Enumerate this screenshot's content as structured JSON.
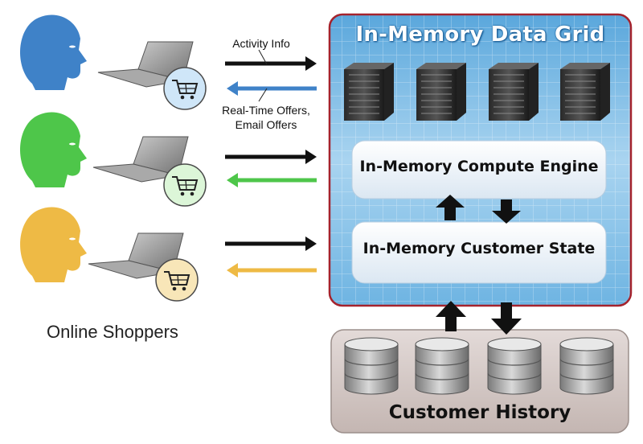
{
  "grid": {
    "title": "In-Memory Data Grid",
    "compute_engine": "In-Memory Compute Engine",
    "customer_state": "In-Memory Customer State"
  },
  "history": {
    "label": "Customer History"
  },
  "flows": {
    "activity_label": "Activity Info",
    "offers_label_line1": "Real-Time Offers,",
    "offers_label_line2": "Email Offers"
  },
  "shoppers": {
    "label": "Online Shoppers",
    "colors": [
      "#3f82c8",
      "#4ec64a",
      "#eeba45"
    ]
  },
  "colors": {
    "grid_border": "#a5232d",
    "grid_fill": "#8fc3e8",
    "history_fill": "#d2c7c4",
    "arrow_dark": "#111111"
  }
}
